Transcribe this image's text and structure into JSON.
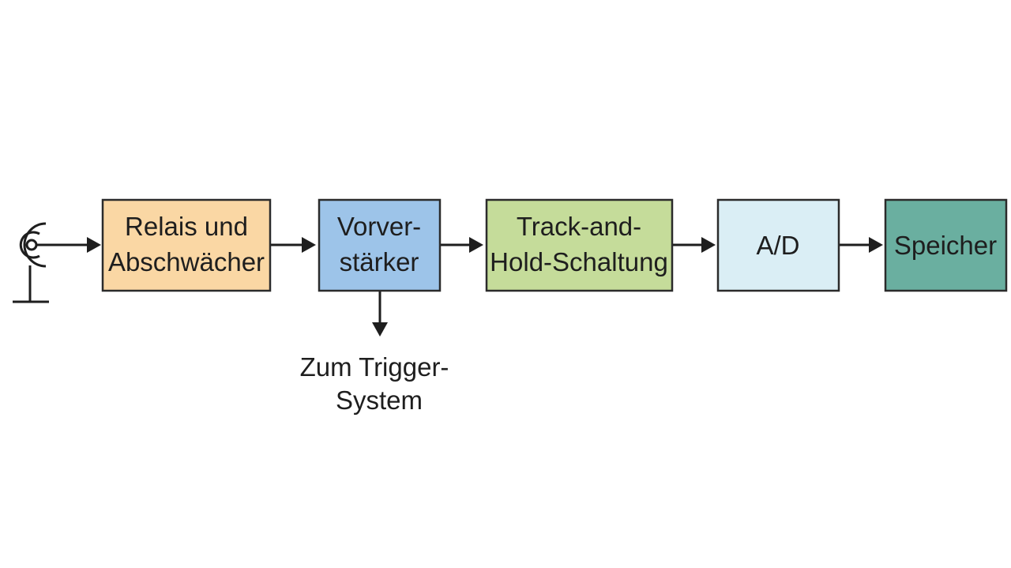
{
  "diagram": {
    "blocks": [
      {
        "id": "relais",
        "lines": [
          "Relais und",
          "Abschwächer"
        ],
        "color": "#fad7a4"
      },
      {
        "id": "vorverstaerker",
        "lines": [
          "Vorver-",
          "stärker"
        ],
        "color": "#9dc4e9"
      },
      {
        "id": "track_hold",
        "lines": [
          "Track-and-",
          "Hold-Schaltung"
        ],
        "color": "#c5dc9a"
      },
      {
        "id": "ad",
        "lines": [
          "A/D"
        ],
        "color": "#daeef5"
      },
      {
        "id": "speicher",
        "lines": [
          "Speicher"
        ],
        "color": "#6aafa0"
      }
    ],
    "trigger_output": {
      "lines": [
        "Zum Trigger-",
        "System"
      ]
    },
    "input_icon": "bnc-connector-icon"
  }
}
